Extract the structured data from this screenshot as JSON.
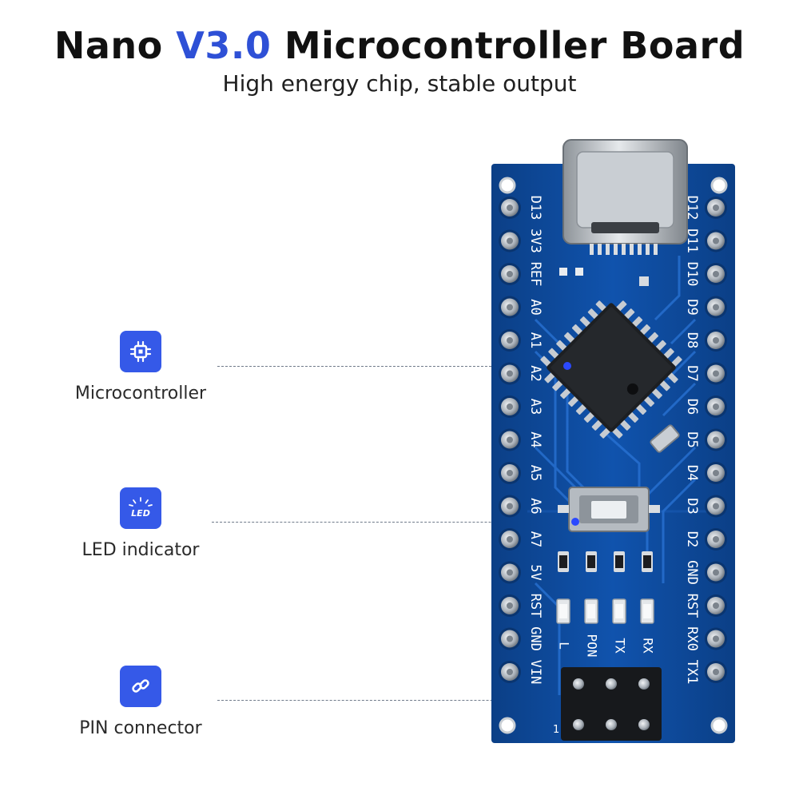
{
  "header": {
    "title_prefix": "Nano",
    "title_highlight": "V3.0",
    "title_suffix": "Microcontroller Board",
    "subtitle": "High energy chip, stable output"
  },
  "colors": {
    "accent": "#2e50d6",
    "badge": "#3559e8",
    "pcb": "#0e4b9c",
    "pcb_trace": "#1c67c8",
    "dot": "#2b49ff"
  },
  "features": [
    {
      "label": "Microcontroller",
      "icon": "chip-icon"
    },
    {
      "label": "LED indicator",
      "icon": "led-icon",
      "icon_text": "LED"
    },
    {
      "label": "PIN connector",
      "icon": "link-icon"
    }
  ],
  "board": {
    "left_pins": [
      "D13",
      "3V3",
      "REF",
      "A0",
      "A1",
      "A2",
      "A3",
      "A4",
      "A5",
      "A6",
      "A7",
      "5V",
      "RST",
      "GND",
      "VIN"
    ],
    "right_pins": [
      "D12",
      "D11",
      "D10",
      "D9",
      "D8",
      "D7",
      "D6",
      "D5",
      "D4",
      "D3",
      "D2",
      "GND",
      "RST",
      "RX0",
      "TX1"
    ],
    "led_labels": [
      "L",
      "PON",
      "TX",
      "RX"
    ],
    "icsp_label": "1"
  }
}
